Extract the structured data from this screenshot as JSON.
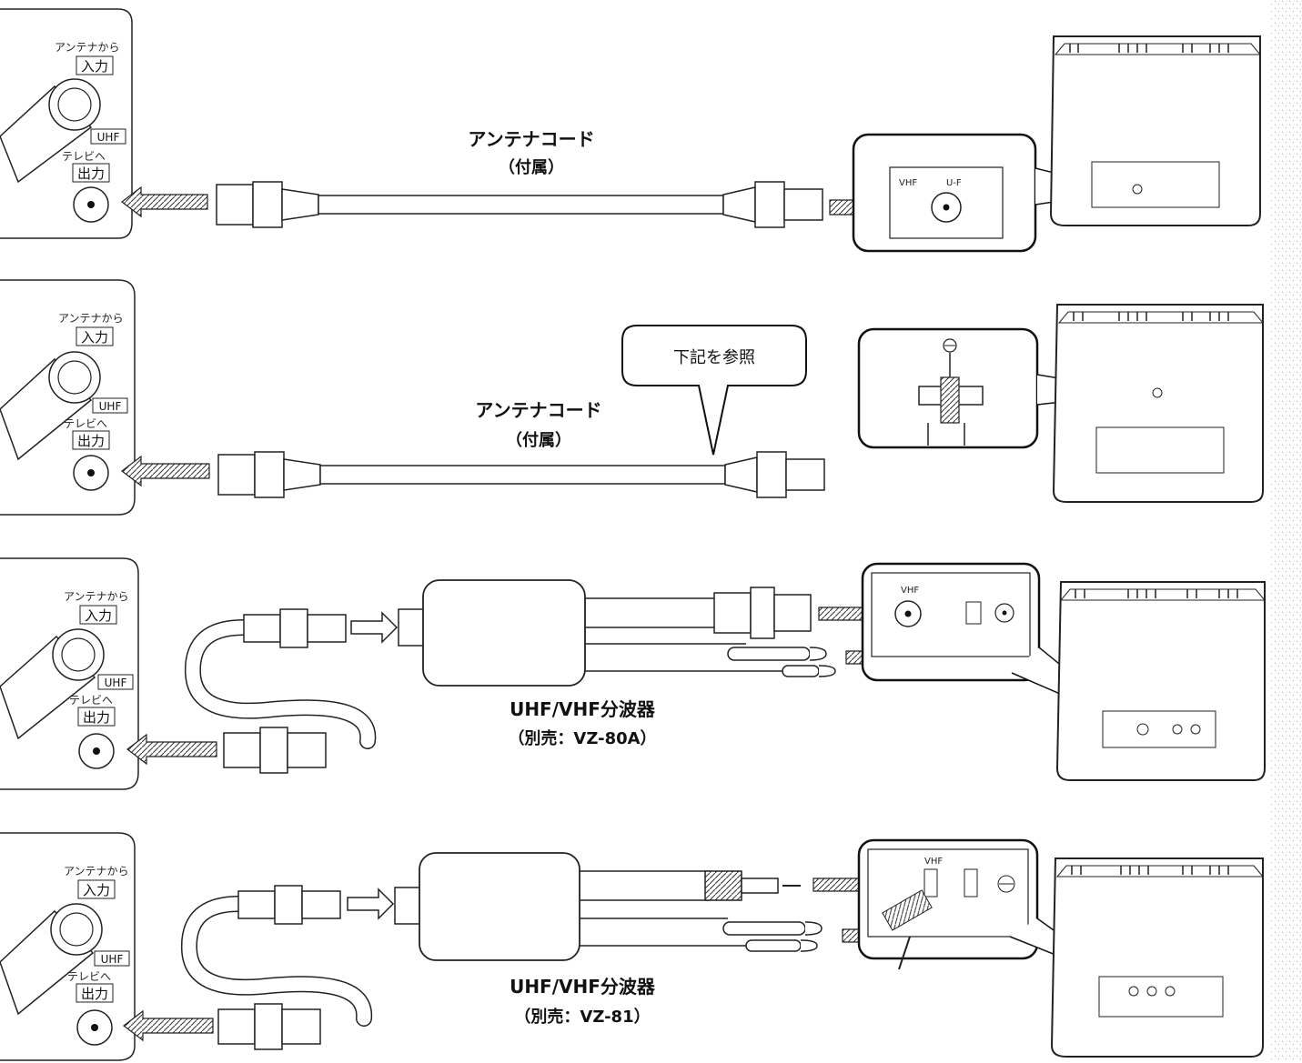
{
  "rows": [
    {
      "deck_panel": {
        "from_antenna": "アンテナから",
        "input": "入力",
        "uhf": "UHF",
        "to_tv": "テレビへ",
        "output": "出力"
      },
      "cable_label": "アンテナコード",
      "cable_sub": "（付属）",
      "tv_jack_labels": {
        "vhf": "VHF",
        "uhf": "U-F"
      }
    },
    {
      "deck_panel": {
        "from_antenna": "アンテナから",
        "input": "入力",
        "uhf": "UHF",
        "to_tv": "テレビへ",
        "output": "出力"
      },
      "cable_label": "アンテナコード",
      "cable_sub": "（付属）",
      "callout": "下記を参照"
    },
    {
      "deck_panel": {
        "from_antenna": "アンテナから",
        "input": "入力",
        "uhf": "UHF",
        "to_tv": "テレビへ",
        "output": "出力"
      },
      "splitter_label": "UHF/VHF分波器",
      "splitter_sub": "（別売：VZ-80A）",
      "tv_jack_labels": {
        "vhf": "VHF"
      }
    },
    {
      "deck_panel": {
        "from_antenna": "アンテナから",
        "input": "入力",
        "uhf": "UHF",
        "to_tv": "テレビへ",
        "output": "出力"
      },
      "splitter_label": "UHF/VHF分波器",
      "splitter_sub": "（別売：VZ-81）",
      "tv_jack_labels": {
        "vhf": "VHF"
      }
    }
  ]
}
